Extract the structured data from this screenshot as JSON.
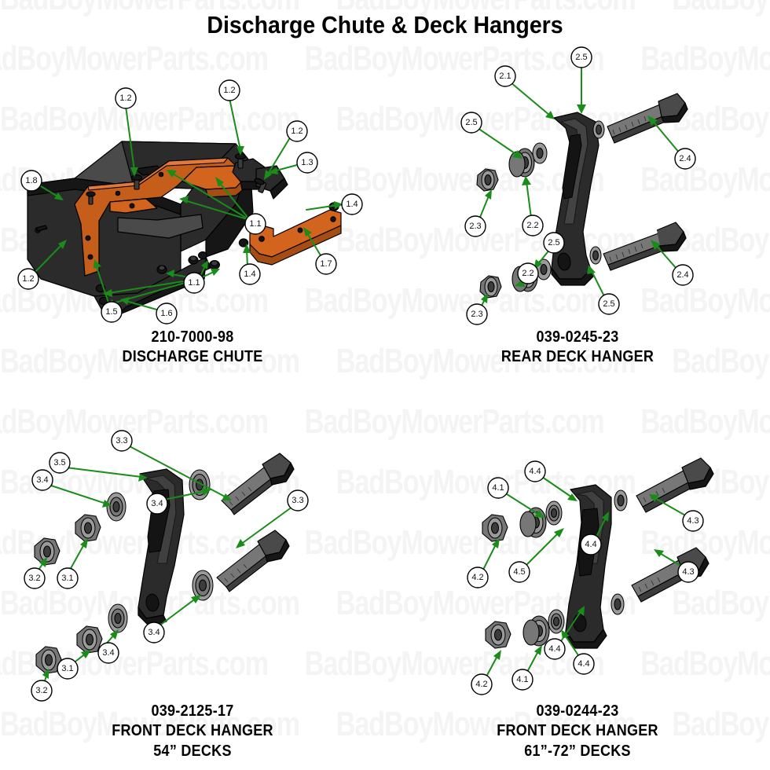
{
  "page": {
    "title": "Discharge Chute & Deck Hangers",
    "watermark_text": "BadBoyMowerParts.com",
    "watermark_color": "#f4f4f4",
    "background_color": "#ffffff",
    "leader_color": "#1a8c1a",
    "part_orange": "#d2641e",
    "part_black": "#2b2b2b"
  },
  "diagrams": [
    {
      "id": "discharge-chute",
      "part_number": "210-7000-98",
      "name": "DISCHARGE CHUTE",
      "caption_line3": "",
      "callouts": [
        {
          "id": "1.2",
          "label": "1.2"
        },
        {
          "id": "1.2b",
          "label": "1.2"
        },
        {
          "id": "1.2c",
          "label": "1.2"
        },
        {
          "id": "1.8",
          "label": "1.8"
        },
        {
          "id": "1.3",
          "label": "1.3"
        },
        {
          "id": "1.1",
          "label": "1.1"
        },
        {
          "id": "1.4",
          "label": "1.4"
        },
        {
          "id": "1.7",
          "label": "1.7"
        },
        {
          "id": "1.2d",
          "label": "1.2"
        },
        {
          "id": "1.5",
          "label": "1.5"
        },
        {
          "id": "1.6",
          "label": "1.6"
        },
        {
          "id": "1.1b",
          "label": "1.1"
        },
        {
          "id": "1.4b",
          "label": "1.4"
        }
      ]
    },
    {
      "id": "rear-deck-hanger",
      "part_number": "039-0245-23",
      "name": "REAR DECK HANGER",
      "caption_line3": "",
      "callouts": [
        {
          "id": "2.1",
          "label": "2.1"
        },
        {
          "id": "2.5",
          "label": "2.5"
        },
        {
          "id": "2.5b",
          "label": "2.5"
        },
        {
          "id": "2.4",
          "label": "2.4"
        },
        {
          "id": "2.3",
          "label": "2.3"
        },
        {
          "id": "2.2",
          "label": "2.2"
        },
        {
          "id": "2.3b",
          "label": "2.3"
        },
        {
          "id": "2.5c",
          "label": "2.5"
        },
        {
          "id": "2.4b",
          "label": "2.4"
        },
        {
          "id": "2.5d",
          "label": "2.5"
        }
      ]
    },
    {
      "id": "front-deck-hanger-54",
      "part_number": "039-2125-17",
      "name": "FRONT DECK HANGER",
      "caption_line3": "54” DECKS",
      "callouts": [
        {
          "id": "3.3",
          "label": "3.3"
        },
        {
          "id": "3.5",
          "label": "3.5"
        },
        {
          "id": "3.4",
          "label": "3.4"
        },
        {
          "id": "3.4b",
          "label": "3.4"
        },
        {
          "id": "3.3b",
          "label": "3.3"
        },
        {
          "id": "3.2",
          "label": "3.2"
        },
        {
          "id": "3.1",
          "label": "3.1"
        },
        {
          "id": "3.4c",
          "label": "3.4"
        },
        {
          "id": "3.4d",
          "label": "3.4"
        },
        {
          "id": "3.1b",
          "label": "3.1"
        },
        {
          "id": "3.2b",
          "label": "3.2"
        }
      ]
    },
    {
      "id": "front-deck-hanger-61-72",
      "part_number": "039-0244-23",
      "name": "FRONT DECK HANGER",
      "caption_line3": "61”-72” DECKS",
      "callouts": [
        {
          "id": "4.4",
          "label": "4.4"
        },
        {
          "id": "4.3",
          "label": "4.3"
        },
        {
          "id": "4.1",
          "label": "4.1"
        },
        {
          "id": "4.4b",
          "label": "4.4"
        },
        {
          "id": "4.3b",
          "label": "4.3"
        },
        {
          "id": "4.2",
          "label": "4.2"
        },
        {
          "id": "4.5",
          "label": "4.5"
        },
        {
          "id": "4.4c",
          "label": "4.4"
        },
        {
          "id": "4.2b",
          "label": "4.2"
        },
        {
          "id": "4.1b",
          "label": "4.1"
        },
        {
          "id": "4.4d",
          "label": "4.4"
        }
      ]
    }
  ]
}
